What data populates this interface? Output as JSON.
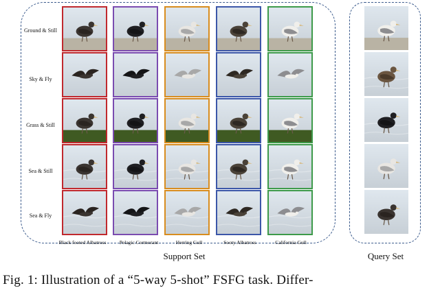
{
  "support_set": {
    "title": "Support Set",
    "rows": [
      "Ground & Still",
      "Sky & Fly",
      "Grass & Still",
      "Sea & Still",
      "Sea & Fly"
    ],
    "columns": [
      {
        "label": "Black footed Albatross",
        "color": "#c0282d"
      },
      {
        "label": "Pelagic Cormorant",
        "color": "#7a4bb0"
      },
      {
        "label": "Herring Gull",
        "color": "#d88c1e"
      },
      {
        "label": "Sooty Albatross",
        "color": "#3b56a8"
      },
      {
        "label": "California Gull",
        "color": "#3d9a4a"
      }
    ]
  },
  "query_set": {
    "title": "Query Set"
  },
  "caption": "Fig.  1:  Illustration  of  a  “5-way  5-shot”  FSFG  task.  Differ-"
}
